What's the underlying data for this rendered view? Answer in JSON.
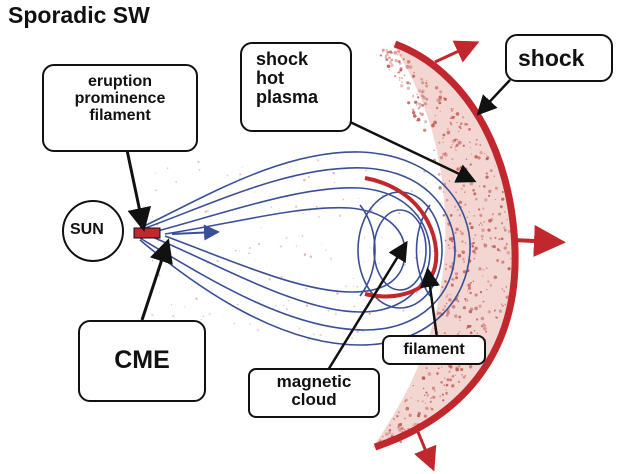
{
  "title": "Sporadic SW",
  "labels": {
    "shock_hot_plasma": "shock\nhot\nplasma",
    "shock": "shock",
    "eruption": "eruption\nprominence\nfilament",
    "sun": "SUN",
    "cme": "CME",
    "filament": "filament",
    "magnetic_cloud": "magnetic\ncloud"
  },
  "colors": {
    "shock_red": "#c0282d",
    "plasma_red": "#c2554f",
    "field_blue": "#3a4f98",
    "ink": "#111111"
  }
}
